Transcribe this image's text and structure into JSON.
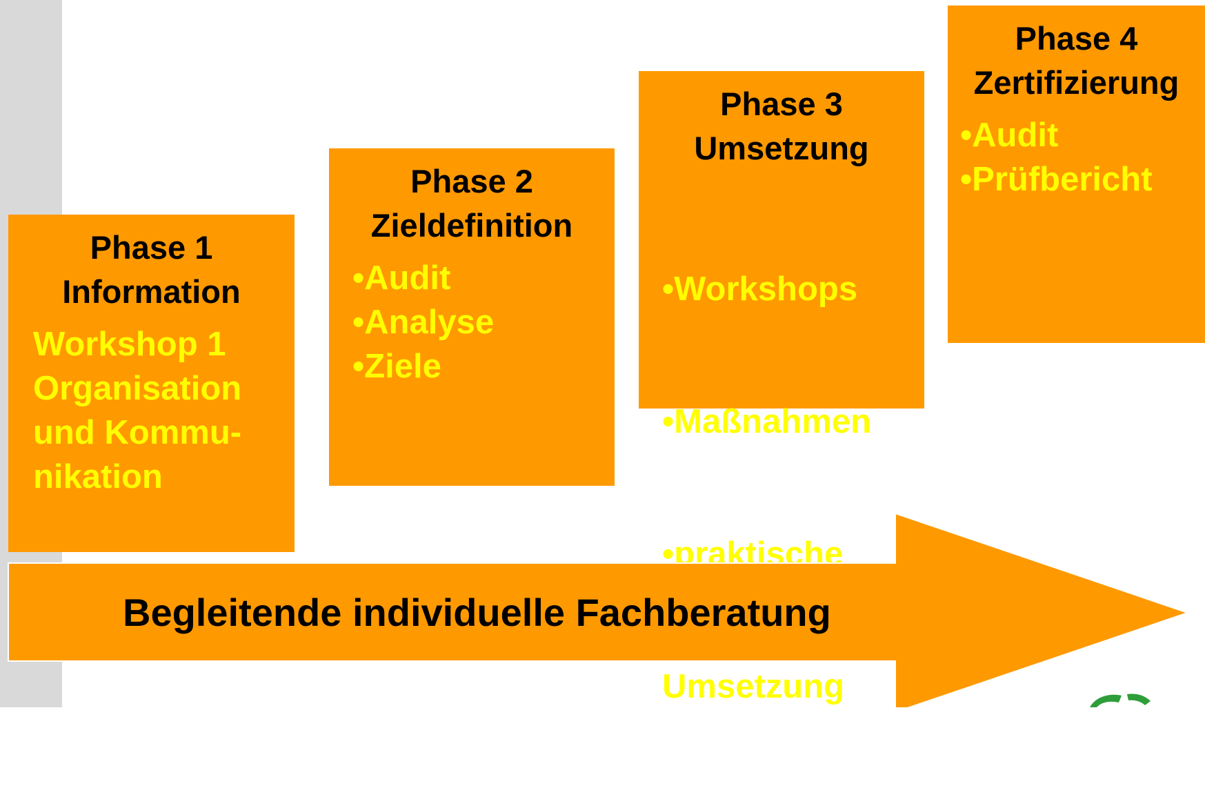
{
  "colors": {
    "box_fill": "#ff9900",
    "title_text": "#000000",
    "bullet_text": "#ffff00",
    "side_bar": "#d9d9d9",
    "logo_green": "#2e9e3a"
  },
  "phases": [
    {
      "title_line1": "Phase 1",
      "title_line2": "Information",
      "items": [
        "Workshop 1",
        "Organisation",
        "und Kommu-",
        "nikation"
      ]
    },
    {
      "title_line1": "Phase 2",
      "title_line2": "Zieldefinition",
      "items": [
        "•Audit",
        "•Analyse",
        "•Ziele"
      ]
    },
    {
      "title_line1": "Phase 3",
      "title_line2": "Umsetzung",
      "items": [
        "•Workshops",
        "•Maßnahmen",
        "•praktische",
        " Umsetzung"
      ]
    },
    {
      "title_line1": "Phase 4",
      "title_line2": "Zertifizierung",
      "items": [
        "•Audit",
        "•Prüfbericht"
      ]
    }
  ],
  "arrow": {
    "label": "Begleitende individuelle Fachberatung"
  }
}
